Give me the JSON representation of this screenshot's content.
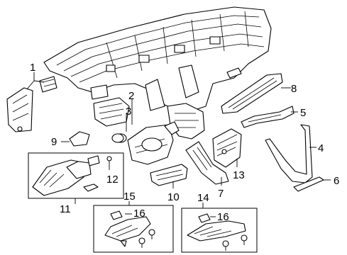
{
  "callouts": [
    "1",
    "2",
    "3",
    "4",
    "5",
    "6",
    "7",
    "8",
    "9",
    "10",
    "11",
    "12",
    "13",
    "14",
    "15",
    "16",
    "16"
  ],
  "colors": {
    "line": "#000000",
    "background": "#ffffff"
  }
}
